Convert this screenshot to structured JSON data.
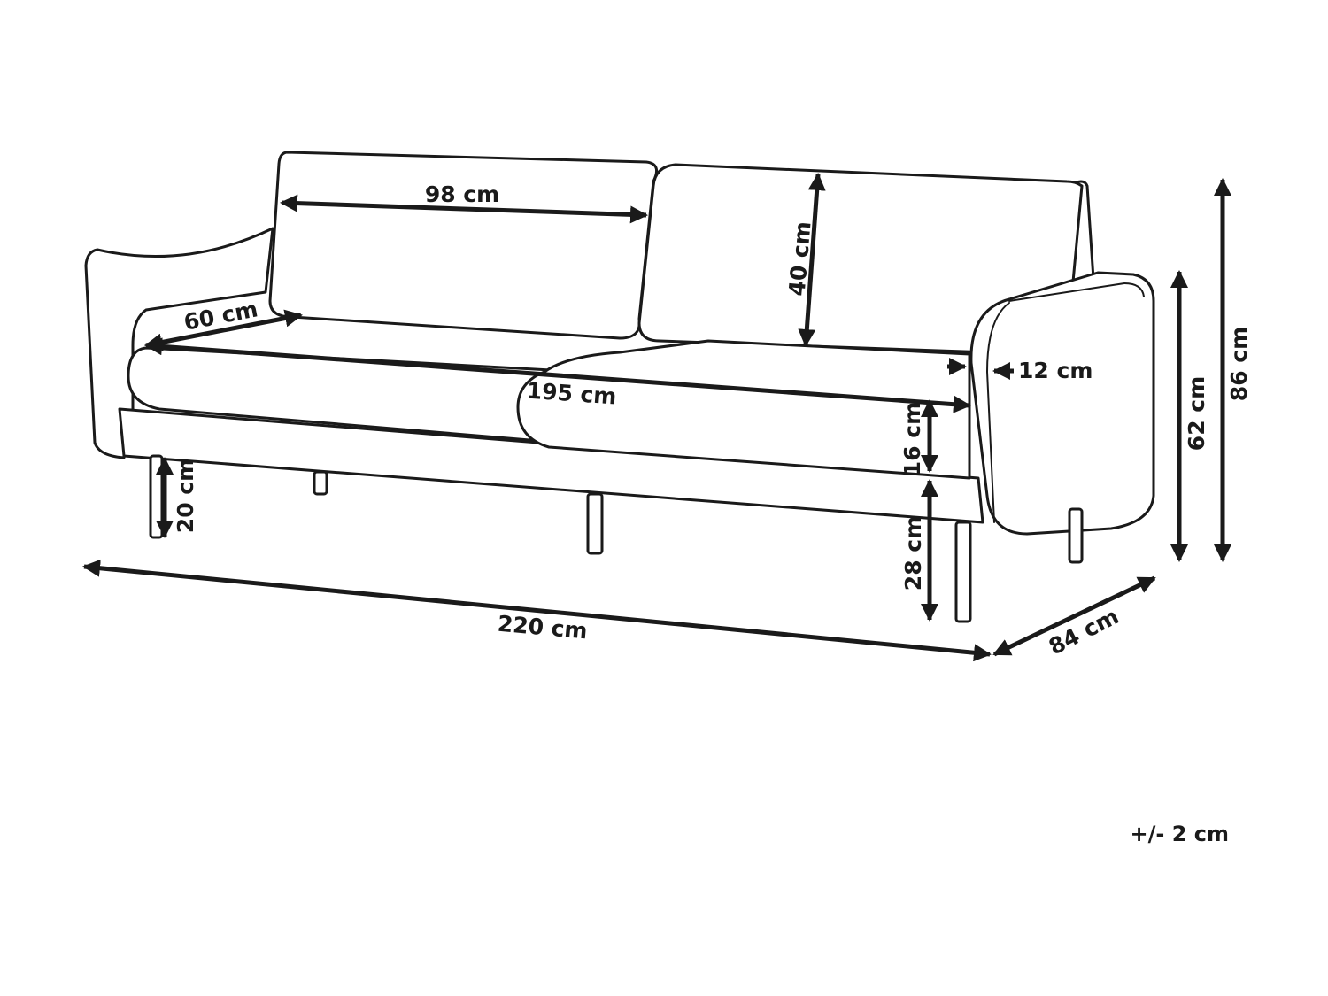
{
  "dimensions": {
    "cushion_width": "98 cm",
    "cushion_height": "40 cm",
    "seat_depth": "60 cm",
    "seat_width": "195 cm",
    "armrest_width": "12 cm",
    "seat_cushion_height": "16 cm",
    "leg_height": "20 cm",
    "seat_height": "28 cm",
    "arm_height": "62 cm",
    "total_height": "86 cm",
    "total_width": "220 cm",
    "total_depth": "84 cm"
  },
  "tolerance": "+/- 2 cm"
}
